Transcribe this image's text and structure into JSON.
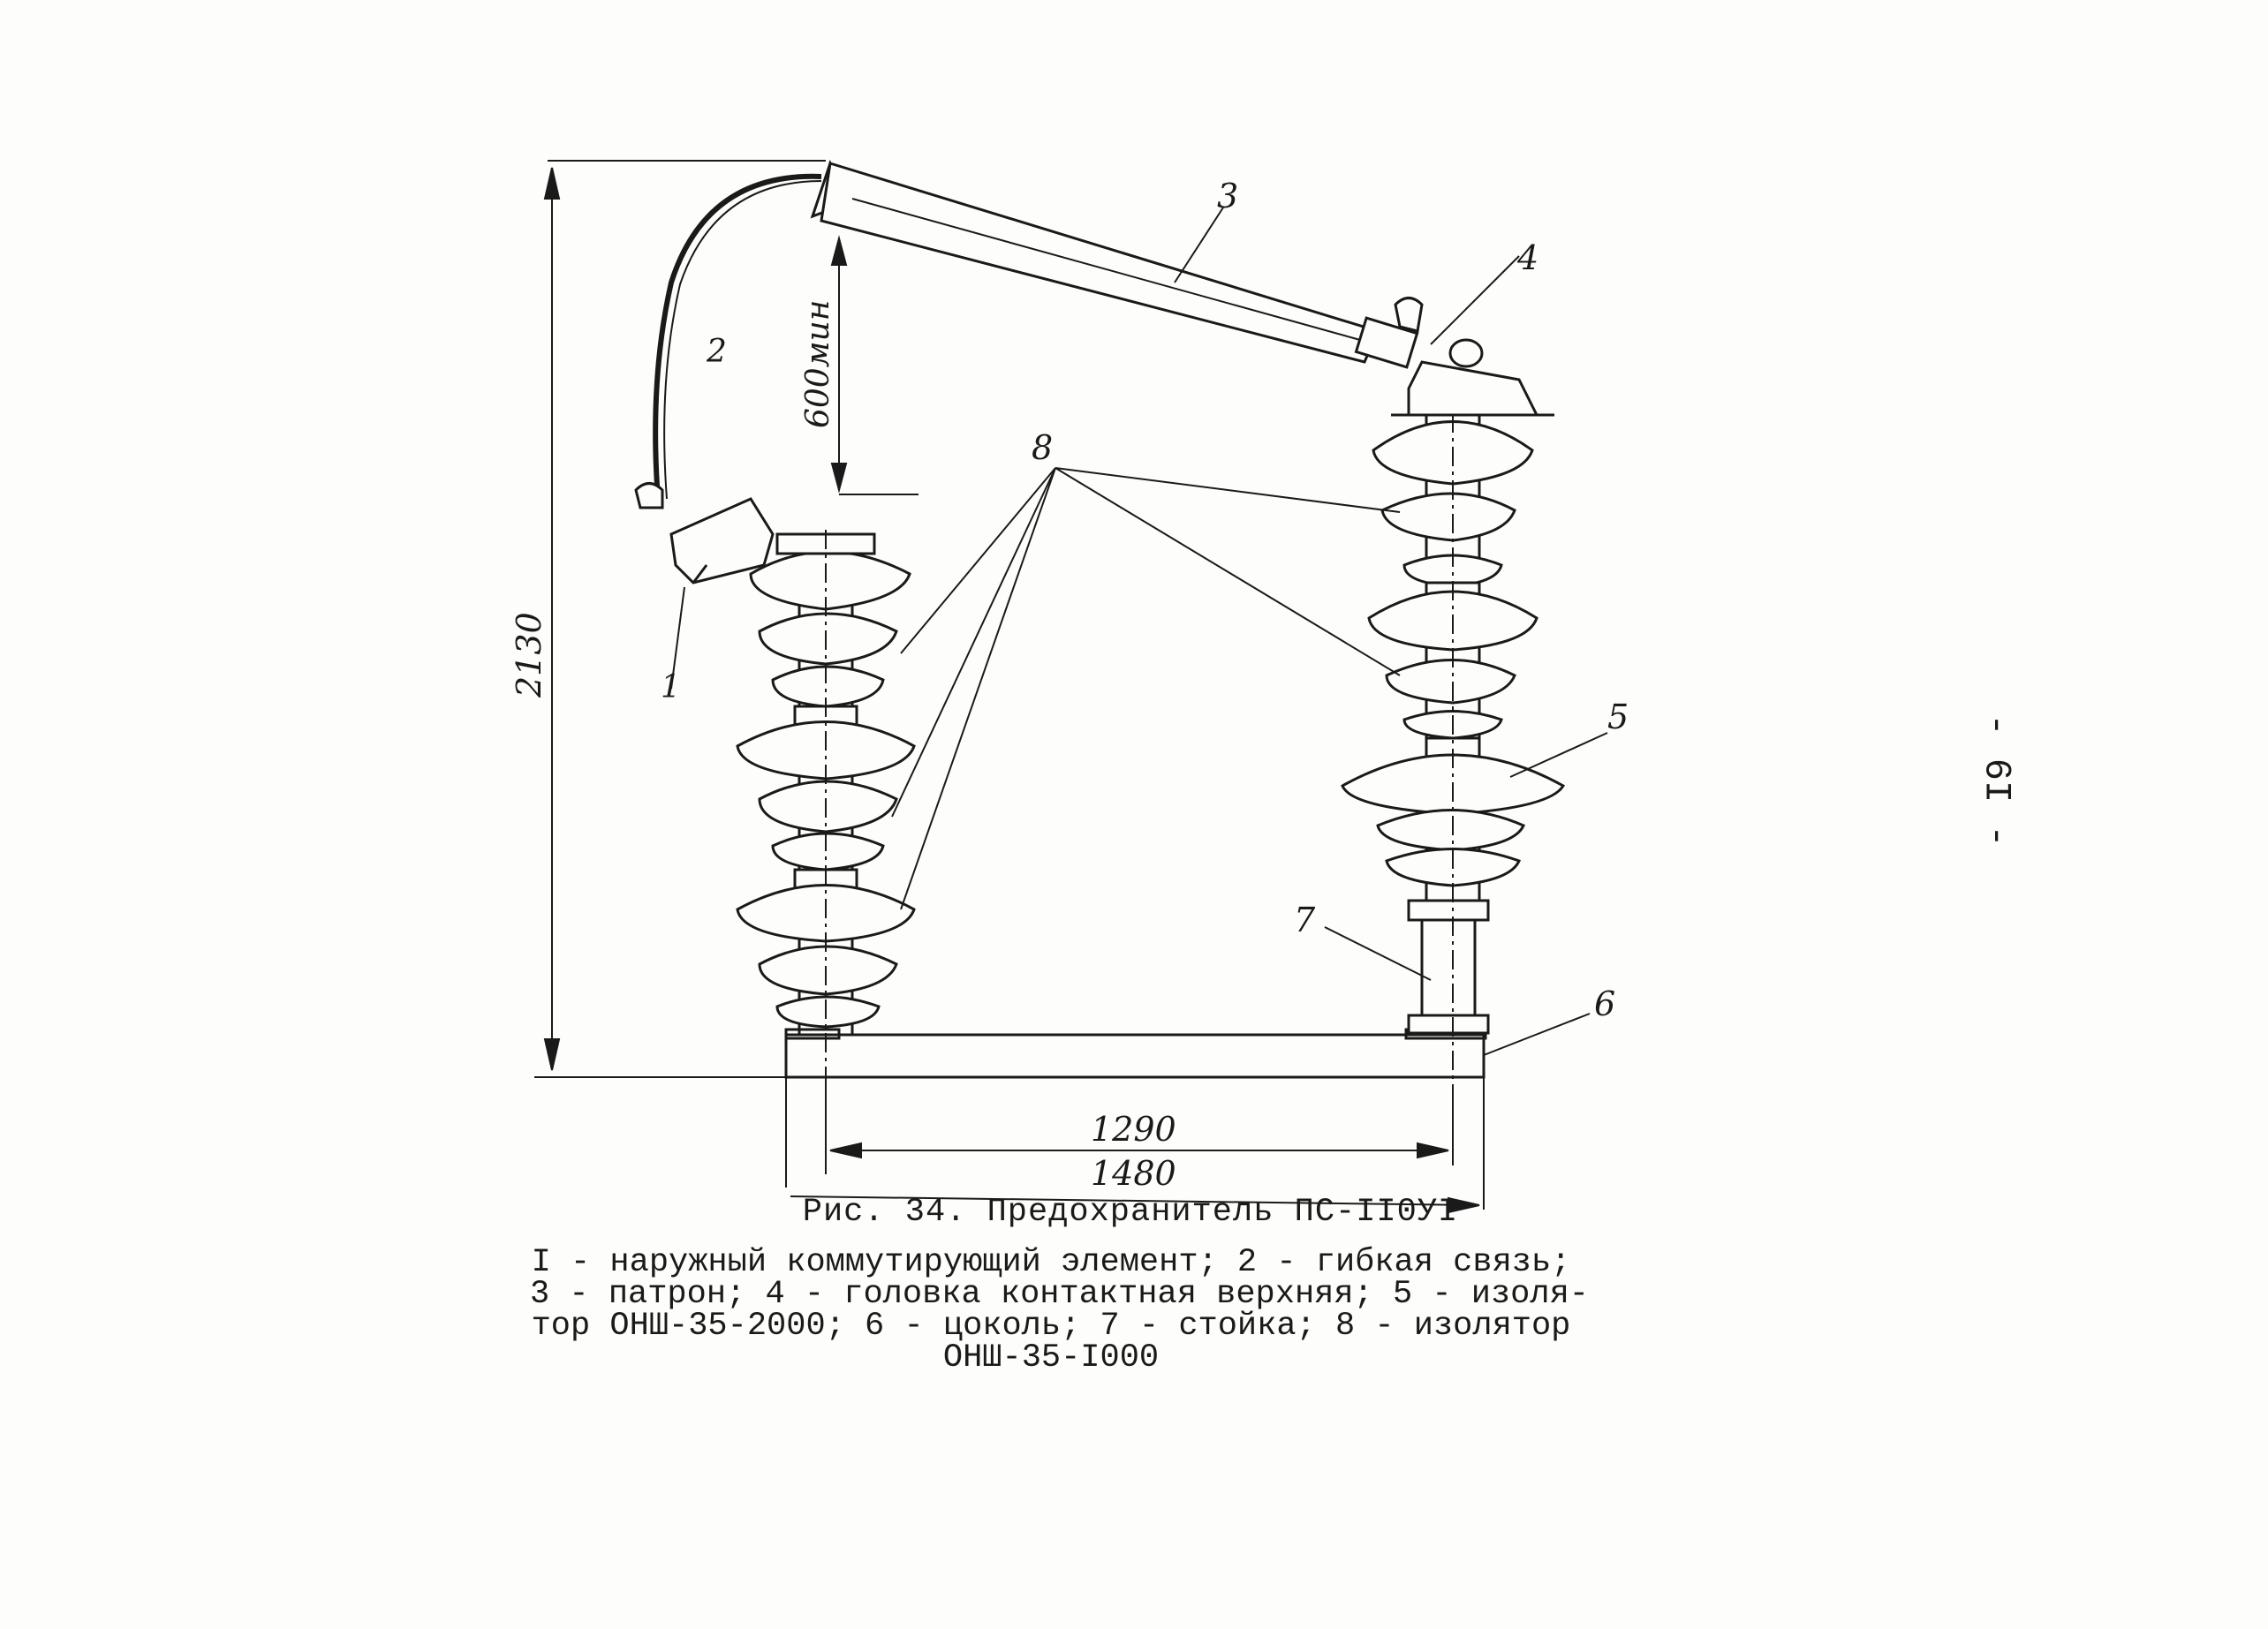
{
  "figure": {
    "caption": "Рис. 34. Предохранитель ПС-II0УI",
    "legend_lines": [
      "I - наружный коммутирующий элемент; 2 - гибкая связь;",
      "3 - патрон; 4 - головка контактная верхняя; 5 - изоля-",
      "тор ОНШ-35-2000; 6 - цоколь; 7 - стойка; 8 - изолятор",
      "ОНШ-35-I000"
    ],
    "dimensions": {
      "height": "2130",
      "clearance": "600мин",
      "span_inner": "1290",
      "span_outer": "1480"
    },
    "callouts": {
      "c1": "1",
      "c2": "2",
      "c3": "3",
      "c4": "4",
      "c5": "5",
      "c6": "6",
      "c7": "7",
      "c8": "8"
    }
  },
  "page_number": "- 6I -"
}
